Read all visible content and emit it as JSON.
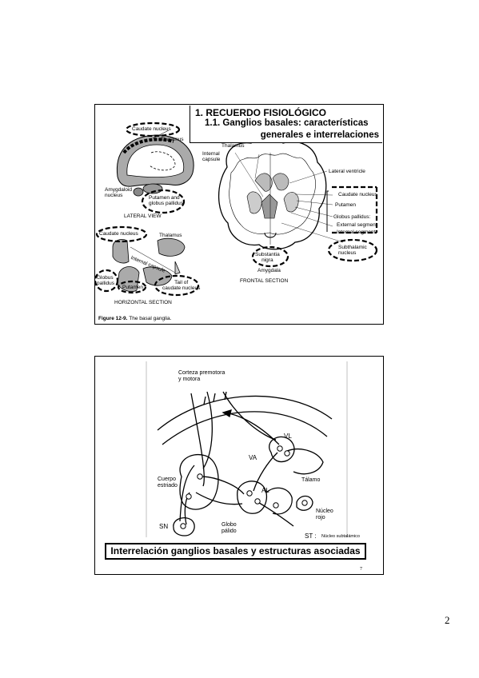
{
  "slide1": {
    "title": {
      "line1": "1. RECUERDO FISIOLÓGICO",
      "line2": "1.1. Ganglios basales: características",
      "line3": "generales e interrelaciones"
    },
    "labels": {
      "caudate_top": "Caudate nucleus",
      "thalamus_left": "Thalamus",
      "amygdaloid": "Amygdaloid\nnucleus",
      "putamen_globus": "Putamen and\nglobus pallidus",
      "lateral_view": "LATERAL VIEW",
      "thalamus_center": "Thalamus",
      "internal_capsule_center": "Internal\ncapsule",
      "lateral_ventricle": "Lateral ventricle",
      "caudate_right": "Caudate nucleus",
      "putamen_right": "Putamen",
      "globus_pallidus": "Globus pallidus:",
      "external_segment": "External segment",
      "internal_segment": "Internal segment",
      "subthalamic": "Subthalamic\nnucleus",
      "substantia_nigra": "Substantia\nnigra",
      "amygdala": "Amygdala",
      "frontal_section": "FRONTAL SECTION",
      "caudate_horiz": "Caudate nucleus",
      "thalamus_horiz": "Thalamus",
      "internal_capsule_horiz": "Internal capsule",
      "globus_horiz": "Globus\npallidus",
      "putamen_horiz": "Putamen",
      "tail_caudate": "Tail of\ncaudate nucleus",
      "horizontal_section": "HORIZONTAL SECTION"
    },
    "figure_caption": "Figure 12-9.",
    "figure_caption_text": "The basal ganglia."
  },
  "slide2": {
    "labels": {
      "cortex": "Corteza premotora\ny motora",
      "vl": "VL",
      "va": "VA",
      "cuerpo_estriado": "Cuerpo\nestriado",
      "talamo": "Tálamo",
      "al": "AL",
      "nucleo_rojo": "Núcleo\nrojo",
      "sn": "SN",
      "globo_palido": "Globo\npálido",
      "st": "ST :",
      "st_desc": "Núcleo subtalámico"
    },
    "banner": "Interrelación ganglios basales y estructuras asociadas",
    "slide_number": "7"
  },
  "page_number": "2"
}
